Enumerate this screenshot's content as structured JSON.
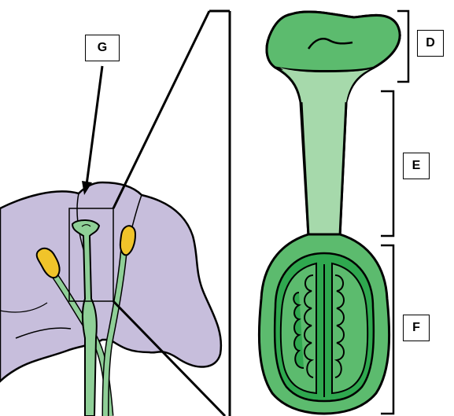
{
  "labels": {
    "g": "G",
    "d": "D",
    "e": "E",
    "f": "F"
  },
  "colors": {
    "petal": "#c7bedc",
    "pistil_light": "#8fcf97",
    "pistil_mid": "#5cbb6e",
    "ovary_dark": "#2fa84f",
    "anther": "#f0c42a",
    "outline": "#000000"
  }
}
